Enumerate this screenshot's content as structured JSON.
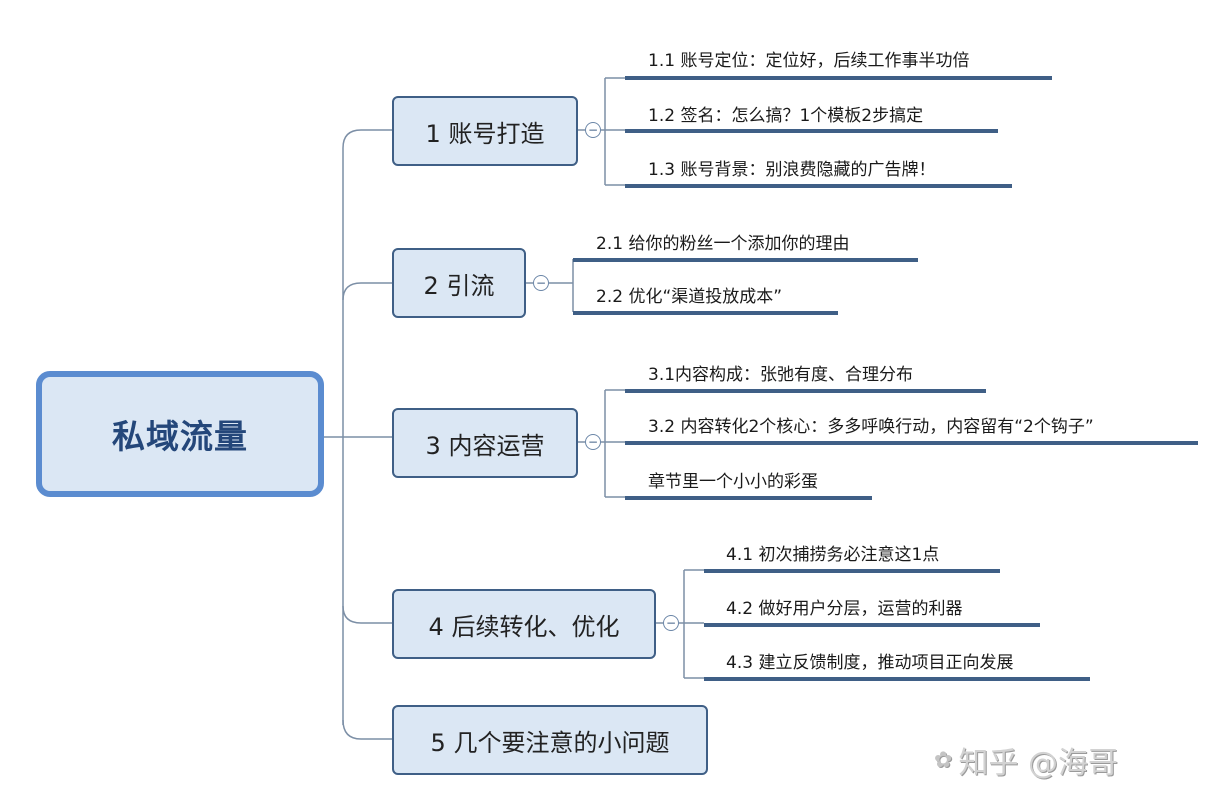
{
  "root": {
    "label": "私域流量"
  },
  "branches": [
    {
      "label": "1 账号打造",
      "children": [
        "1.1 账号定位：定位好，后续工作事半功倍",
        "1.2 签名：怎么搞？1个模板2步搞定",
        "1.3 账号背景：别浪费隐藏的广告牌！"
      ]
    },
    {
      "label": "2 引流",
      "children": [
        "2.1 给你的粉丝一个添加你的理由",
        "2.2 优化“渠道投放成本”"
      ]
    },
    {
      "label": "3 内容运营",
      "children": [
        "3.1内容构成：张弛有度、合理分布",
        "3.2 内容转化2个核心：多多呼唤行动，内容留有“2个钩子”",
        "章节里一个小小的彩蛋"
      ]
    },
    {
      "label": "4 后续转化、优化",
      "children": [
        "4.1 初次捕捞务必注意这1点",
        "4.2 做好用户分层，运营的利器",
        "4.3 建立反馈制度，推动项目正向发展"
      ]
    },
    {
      "label": "5 几个要注意的小问题",
      "children": []
    }
  ],
  "collapse_symbol": "−",
  "watermark": {
    "text": "知乎 @海哥",
    "icon": "wechat-like-icon"
  },
  "colors": {
    "node_fill": "#dbe7f4",
    "node_border": "#3f5f86",
    "root_border": "#5b8cd0",
    "connector": "#7c8fa6",
    "underline": "#3f5f86"
  }
}
